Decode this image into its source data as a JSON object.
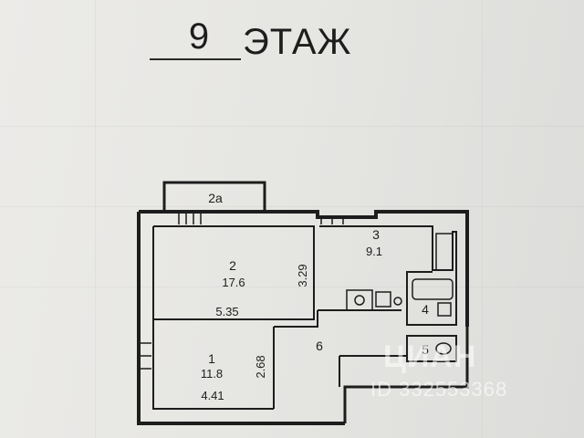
{
  "header": {
    "floor_number": "9",
    "floor_label": "ЭТАЖ"
  },
  "rooms": {
    "balcony": {
      "number": "2а"
    },
    "room2": {
      "number": "2",
      "area": "17.6",
      "width": "5.35",
      "depth": "3.29"
    },
    "room3": {
      "number": "3",
      "area": "9.1"
    },
    "room4": {
      "number": "4"
    },
    "room5": {
      "number": "5"
    },
    "room1": {
      "number": "1",
      "area": "11.8",
      "width": "4.41",
      "depth": "2.68"
    },
    "room6": {
      "number": "6"
    }
  },
  "watermark": {
    "brand": "ЦИАН",
    "id": "ID 332553368"
  },
  "colors": {
    "wall": "#1d1d1d",
    "paper": "#e8e8e6"
  }
}
